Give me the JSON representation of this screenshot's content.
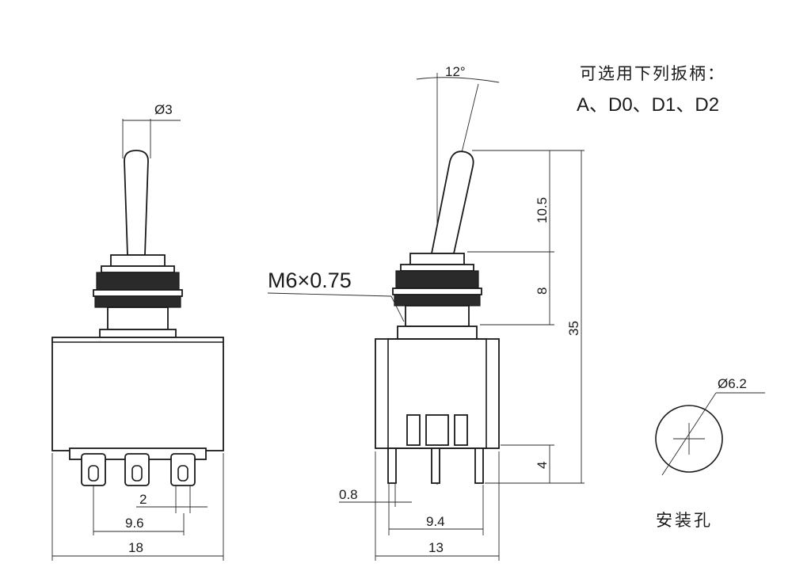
{
  "notes": {
    "handle_options_title": "可选用下列扳柄：",
    "handle_options_list": "A、D0、D1、D2",
    "mounting_hole_label": "安装孔"
  },
  "front_view": {
    "handle_diameter": "Ø3",
    "pin_spacing": "2",
    "pin_span": "9.6",
    "body_width": "18"
  },
  "side_view": {
    "tilt_angle": "12°",
    "thread_spec": "M6×0.75",
    "handle_length": "10.5",
    "bushing_height": "8",
    "overall_height": "35",
    "terminal_length": "4",
    "terminal_thickness": "0.8",
    "terminal_span": "9.4",
    "body_depth": "13"
  },
  "hole_view": {
    "hole_diameter": "Ø6.2"
  }
}
